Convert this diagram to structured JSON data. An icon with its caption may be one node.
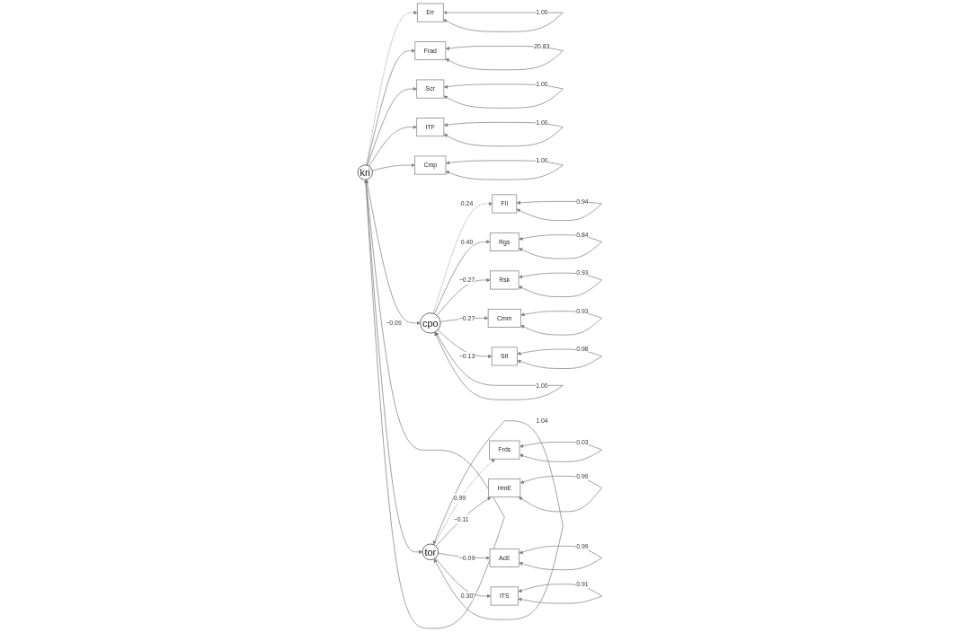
{
  "diagram": {
    "nodes": [
      {
        "text": [
          "Err"
        ]
      },
      {
        "text": [
          "Frad"
        ]
      },
      {
        "text": [
          "Scr"
        ]
      },
      {
        "text": [
          "ITF"
        ]
      },
      {
        "text": [
          "Cmp"
        ]
      },
      {
        "text": [
          "Fil"
        ]
      },
      {
        "text": [
          "Rgs"
        ]
      },
      {
        "text": [
          "Rsk"
        ]
      },
      {
        "text": [
          "Cmm"
        ]
      },
      {
        "text": [
          "Stt"
        ]
      },
      {
        "text": [
          "kri"
        ]
      },
      {
        "text": [
          "cpo"
        ]
      },
      {
        "text": [
          "tor"
        ]
      },
      {
        "text": [
          "Frds"
        ]
      },
      {
        "text": [
          "HmE"
        ]
      },
      {
        "text": [
          "AcE"
        ]
      },
      {
        "text": [
          "ITS"
        ]
      }
    ],
    "edges": [
      {
        "from": 0,
        "to": 0,
        "arrow": "both",
        "label": "1.00"
      },
      {
        "from": 1,
        "to": 1,
        "arrow": "both",
        "label": "20.83"
      },
      {
        "from": 2,
        "to": 2,
        "arrow": "both",
        "label": "1.00"
      },
      {
        "from": 3,
        "to": 3,
        "arrow": "both",
        "label": "1.00"
      },
      {
        "from": 4,
        "to": 4,
        "arrow": "both",
        "label": "1.00"
      },
      {
        "from": 5,
        "to": 5,
        "arrow": "both",
        "label": "0.94"
      },
      {
        "from": 6,
        "to": 6,
        "arrow": "both",
        "label": "0.84"
      },
      {
        "from": 7,
        "to": 7,
        "arrow": "both",
        "label": "0.93"
      },
      {
        "from": 8,
        "to": 8,
        "arrow": "both",
        "label": "0.93"
      },
      {
        "from": 9,
        "to": 9,
        "arrow": "both",
        "label": "0.98"
      },
      {
        "from": 10,
        "to": 0,
        "arrow": "to",
        "style": "dashed"
      },
      {
        "from": 10,
        "to": 1,
        "arrow": "to"
      },
      {
        "from": 10,
        "to": 2,
        "arrow": "to"
      },
      {
        "from": 10,
        "to": 3,
        "arrow": "to"
      },
      {
        "from": 10,
        "to": 4,
        "arrow": "to"
      },
      {
        "from": 11,
        "to": 5,
        "arrow": "to",
        "style": "dashed",
        "label": "0.24"
      },
      {
        "from": 11,
        "to": 6,
        "arrow": "to",
        "label": "0.40"
      },
      {
        "from": 11,
        "to": 7,
        "arrow": "to",
        "label": "−0.27"
      },
      {
        "from": 11,
        "to": 8,
        "arrow": "to",
        "label": "−0.27"
      },
      {
        "from": 11,
        "to": 9,
        "arrow": "to",
        "label": "−0.13"
      },
      {
        "from": 10,
        "to": 11,
        "arrow": "both",
        "label": "−0.09"
      },
      {
        "from": 10,
        "to": 10,
        "arrow": "both"
      },
      {
        "from": 11,
        "to": 11,
        "arrow": "both",
        "label": "1.00"
      },
      {
        "from": 10,
        "to": 12,
        "arrow": "to"
      },
      {
        "from": 12,
        "to": 12,
        "arrow": "both",
        "label": "1.04"
      },
      {
        "from": 12,
        "to": 13,
        "arrow": "to",
        "style": "dashed",
        "label": "0.99"
      },
      {
        "from": 12,
        "to": 14,
        "arrow": "to",
        "label": "−0.11"
      },
      {
        "from": 12,
        "to": 15,
        "arrow": "to",
        "label": "−0.09"
      },
      {
        "from": 12,
        "to": 16,
        "arrow": "to",
        "label": "0.30"
      },
      {
        "from": 13,
        "to": 13,
        "arrow": "both",
        "label": "0.03"
      },
      {
        "from": 14,
        "to": 14,
        "arrow": "both",
        "label": "0.99"
      },
      {
        "from": 15,
        "to": 15,
        "arrow": "both",
        "label": "0.99"
      },
      {
        "from": 16,
        "to": 16,
        "arrow": "both",
        "label": "0.91"
      }
    ]
  }
}
